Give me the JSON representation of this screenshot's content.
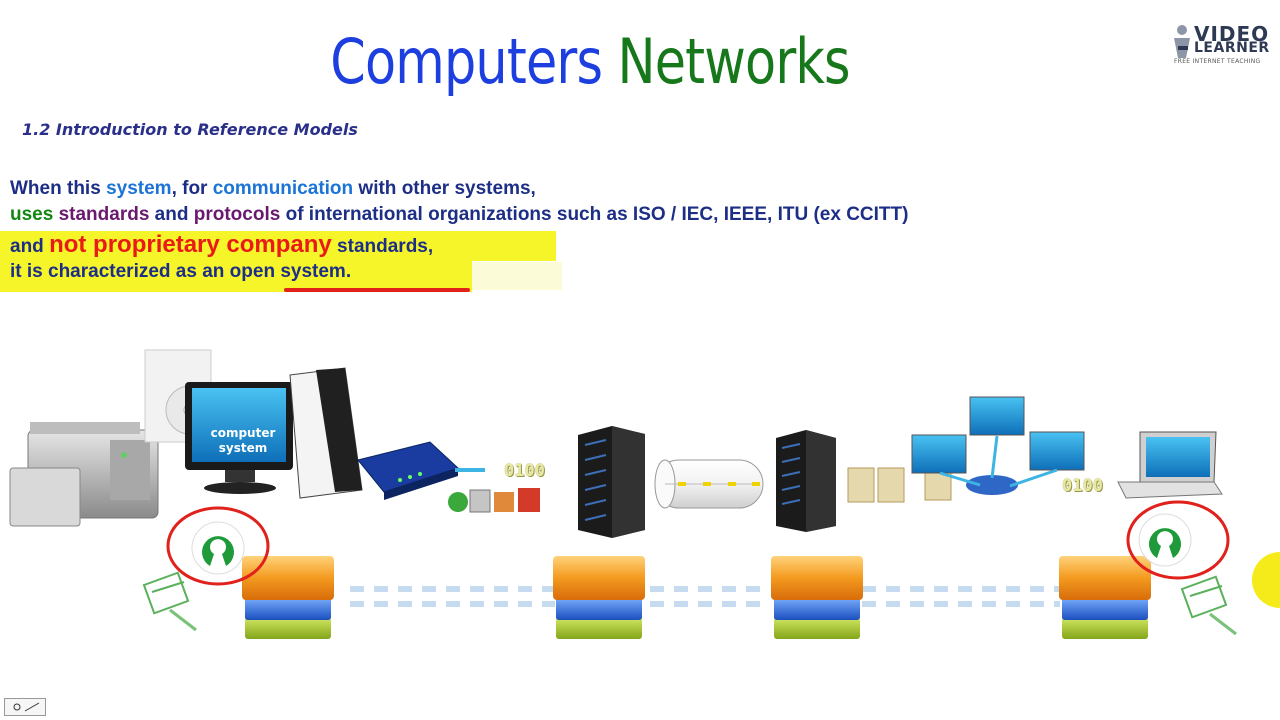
{
  "title": {
    "word1": "Computers",
    "word2": "Networks"
  },
  "logo": {
    "line1": "VIDEO",
    "line2": "LEARNER",
    "tagline": "FREE INTERNET TEACHING"
  },
  "subtitle": "1.2 Introduction to Reference Models",
  "text": {
    "l1": {
      "a": "When this ",
      "b": "system",
      "c": ", for ",
      "d": "communication",
      "e": " with other systems,"
    },
    "l2": {
      "a": "uses ",
      "b": "standards",
      "c": " and ",
      "d": "protocols",
      "e": " of international organizations such as ISO / IEC, IEEE, ITU (ex CCITT)"
    },
    "l3": {
      "a": "and ",
      "b": "not proprietary company",
      "c": " standards,"
    },
    "l4": {
      "a": "it is characterized as an ",
      "b": "open system."
    }
  },
  "diagram": {
    "device_label_1": "computer",
    "device_label_2": "system",
    "bits_left": "0100",
    "bits_right": "0100"
  },
  "colors": {
    "highlight": "#f5f52a",
    "title_blue": "#1e3fe0",
    "title_green": "#16781b",
    "circle_red": "#e0211c",
    "os_green": "#1f9a3a"
  }
}
